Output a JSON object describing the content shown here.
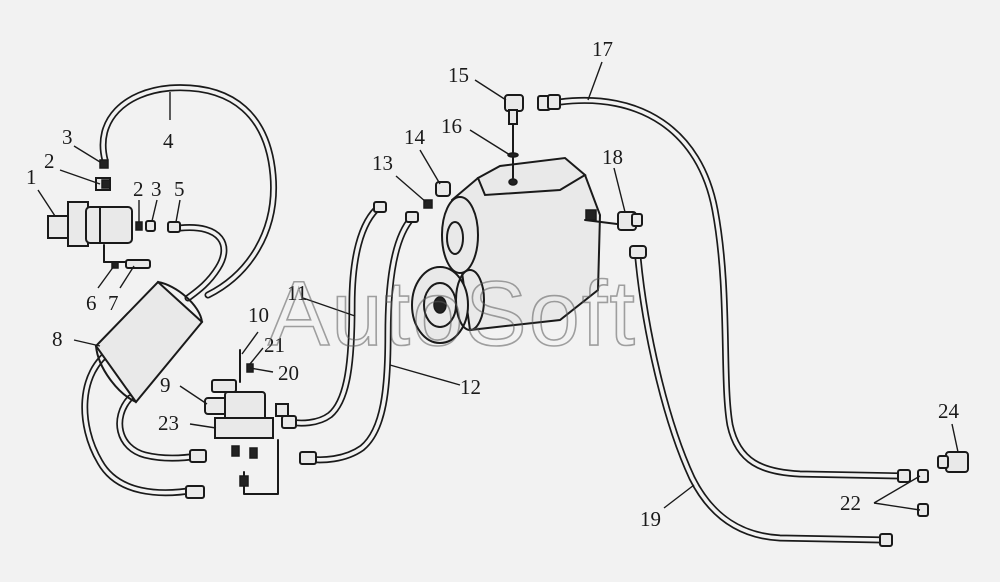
{
  "watermark": "AutoSoft",
  "callouts": [
    {
      "id": "c1",
      "label": "1"
    },
    {
      "id": "c2a",
      "label": "2"
    },
    {
      "id": "c3a",
      "label": "3"
    },
    {
      "id": "c4",
      "label": "4"
    },
    {
      "id": "c2b",
      "label": "2"
    },
    {
      "id": "c3b",
      "label": "3"
    },
    {
      "id": "c5",
      "label": "5"
    },
    {
      "id": "c6",
      "label": "6"
    },
    {
      "id": "c7",
      "label": "7"
    },
    {
      "id": "c8",
      "label": "8"
    },
    {
      "id": "c9",
      "label": "9"
    },
    {
      "id": "c10",
      "label": "10"
    },
    {
      "id": "c11",
      "label": "11"
    },
    {
      "id": "c12",
      "label": "12"
    },
    {
      "id": "c13",
      "label": "13"
    },
    {
      "id": "c14",
      "label": "14"
    },
    {
      "id": "c15",
      "label": "15"
    },
    {
      "id": "c16",
      "label": "16"
    },
    {
      "id": "c17",
      "label": "17"
    },
    {
      "id": "c18",
      "label": "18"
    },
    {
      "id": "c19",
      "label": "19"
    },
    {
      "id": "c20",
      "label": "20"
    },
    {
      "id": "c21",
      "label": "21"
    },
    {
      "id": "c22",
      "label": "22"
    },
    {
      "id": "c23",
      "label": "23"
    },
    {
      "id": "c24",
      "label": "24"
    }
  ]
}
